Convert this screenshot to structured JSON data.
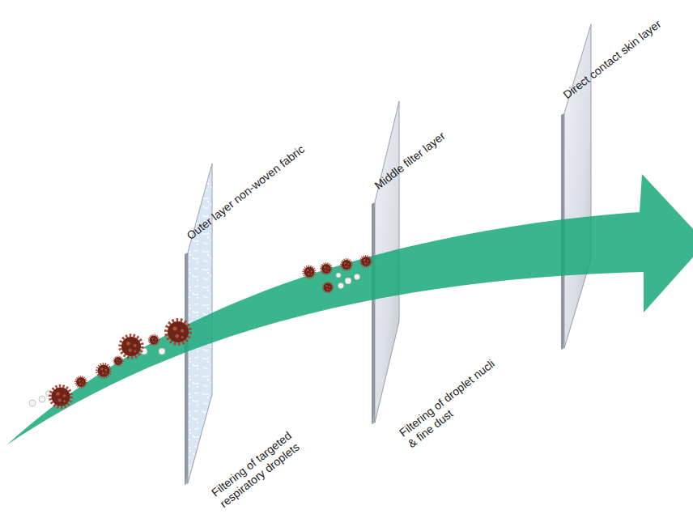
{
  "diagram": {
    "nodes": [
      {
        "text": [
          "Outer layer non-woven fabric",
          "Filtering of targeted respiratory droplets"
        ]
      },
      {
        "text": [
          "Middle filter layer",
          "Filtering of droplet nucli & fine dust"
        ]
      },
      {
        "text": [
          "Direct contact skin layer"
        ]
      }
    ]
  }
}
